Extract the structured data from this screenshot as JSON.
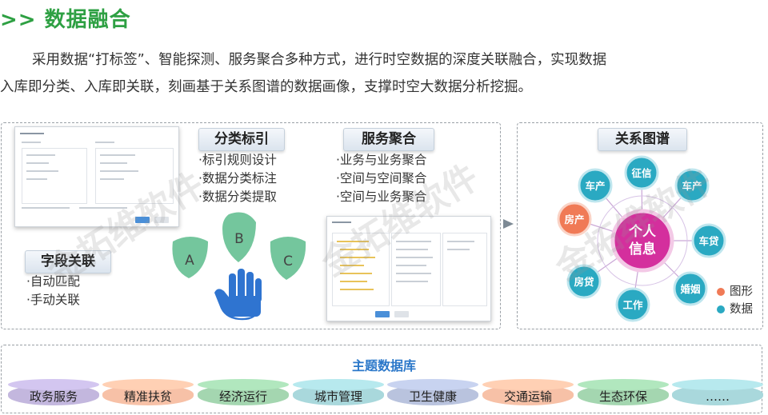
{
  "header": {
    "title": ">> 数据融合"
  },
  "intro": {
    "line1": "采用数据“打标签”、智能探测、服务聚合多种方式，进行时空数据的深度关联融合，实现数据",
    "line2": "入库即分类、入库即关联，刻画基于关系图谱的数据画像，支撑时空大数据分析挖掘。"
  },
  "field_link": {
    "title": "字段关联",
    "items": [
      "·自动匹配",
      "·手动关联"
    ]
  },
  "classify": {
    "title": "分类标引",
    "items": [
      "·标引规则设计",
      "·数据分类标注",
      "·数据分类提取"
    ],
    "drops": [
      "A",
      "B",
      "C"
    ]
  },
  "service": {
    "title": "服务聚合",
    "items": [
      "·业务与业务聚合",
      "·空间与空间聚合",
      "·空间与业务聚合"
    ]
  },
  "graph": {
    "title": "关系图谱",
    "center": [
      "个人",
      "信息"
    ],
    "nodes": [
      "车产",
      "征信",
      "车产",
      "房产",
      "车贷",
      "房贷",
      "婚姻",
      "工作"
    ],
    "legend": [
      "图形",
      "数据"
    ],
    "colors": {
      "graphic": "#f07a56",
      "data": "#2aa9c2",
      "center": "#d42f9d"
    }
  },
  "watermark": "金拓维软件",
  "database": {
    "title": "主题数据库",
    "items": [
      "政务服务",
      "精准扶贫",
      "经济运行",
      "城市管理",
      "卫生健康",
      "交通运输",
      "生态环保",
      "……"
    ]
  }
}
